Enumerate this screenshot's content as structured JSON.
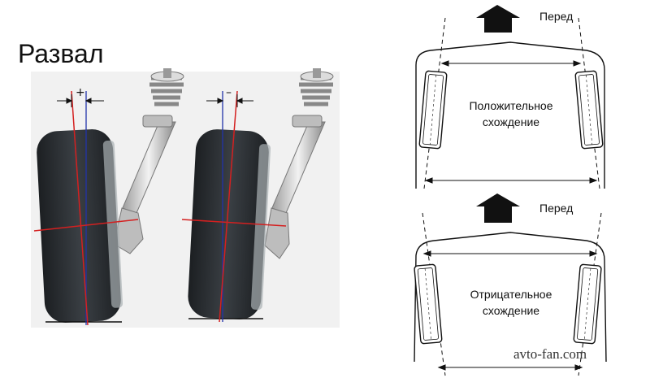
{
  "camber": {
    "title": "Развал",
    "positive_sign": "+",
    "negative_sign": "–"
  },
  "toe_positive": {
    "direction_label": "Перед",
    "label_line1": "Положительное",
    "label_line2": "схождение"
  },
  "toe_negative": {
    "direction_label": "Перед",
    "label_line1": "Отрицательное",
    "label_line2": "схождение"
  },
  "watermark": "avto-fan.com",
  "colors": {
    "axis_red": "#d42020",
    "axis_blue": "#2233aa",
    "tire": "#2b2f33",
    "strut": "#c8c8c8",
    "backdrop": "#f0f0f0"
  },
  "icons": [
    "arrow-up-icon"
  ]
}
